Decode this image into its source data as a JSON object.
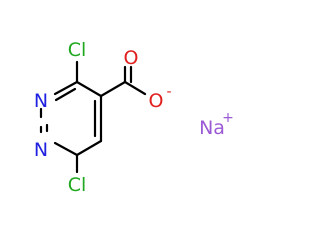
{
  "structure": {
    "colors": {
      "bond": "#000000",
      "chlorine": "#1fa81f",
      "nitrogen": "#2020e0",
      "oxygen": "#e01f1f",
      "sodium": "#9b59d6"
    },
    "atoms": {
      "cl_top": "Cl",
      "cl_bottom": "Cl",
      "n_top": "N",
      "n_bottom": "N",
      "o_carbonyl": "O",
      "o_anion": "O",
      "na": "Na"
    },
    "charges": {
      "o_anion": "-",
      "na": "+"
    }
  }
}
